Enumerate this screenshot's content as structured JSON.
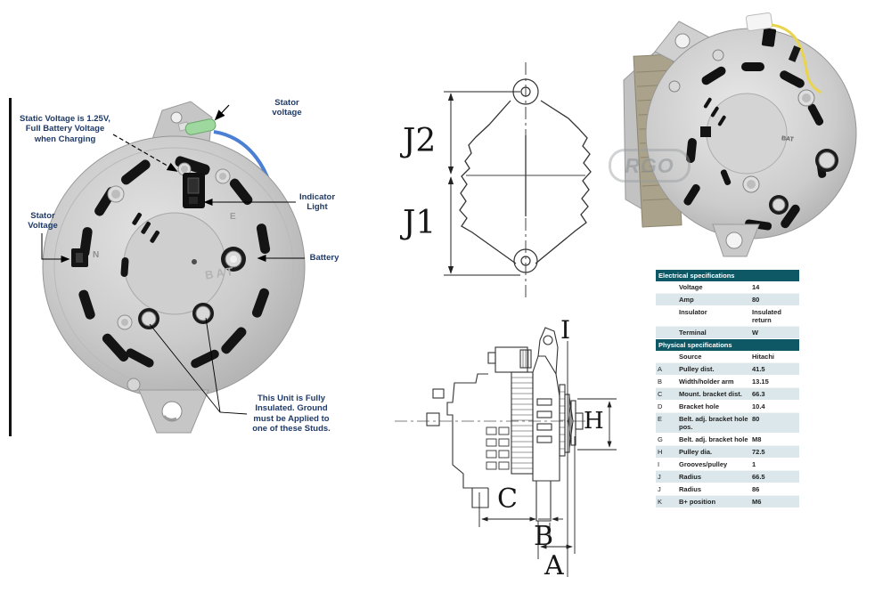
{
  "annotations": {
    "static_voltage_note": "Static Voltage is 1.25V, Full Battery Voltage when Charging",
    "stator_voltage_top": "Stator voltage",
    "stator_voltage_left": "Stator Voltage",
    "indicator_light": "Indicator Light",
    "battery": "Battery",
    "insulated_note": "This Unit is Fully Insulated.  Ground must be Applied to one of these Studs."
  },
  "photo_labels": {
    "bat_rear": "BAT",
    "n_terminal": "N",
    "e_terminal": "E",
    "bat_product": "BAT",
    "watermark": "RGO"
  },
  "drawing_labels": {
    "j2": "J2",
    "j1": "J1",
    "i": "I",
    "h": "H",
    "c": "C",
    "b": "B",
    "a": "A"
  },
  "spec_table": {
    "electrical_header": "Electrical specifications",
    "physical_header": "Physical specifications",
    "electrical_rows": [
      {
        "letter": "",
        "name": "Voltage",
        "value": "14"
      },
      {
        "letter": "",
        "name": "Amp",
        "value": "80"
      },
      {
        "letter": "",
        "name": "Insulator",
        "value": "Insulated return"
      },
      {
        "letter": "",
        "name": "Terminal",
        "value": "W"
      }
    ],
    "physical_rows": [
      {
        "letter": "",
        "name": "Source",
        "value": "Hitachi"
      },
      {
        "letter": "A",
        "name": "Pulley dist.",
        "value": "41.5"
      },
      {
        "letter": "B",
        "name": "Width/holder arm",
        "value": "13.15"
      },
      {
        "letter": "C",
        "name": "Mount. bracket dist.",
        "value": "66.3"
      },
      {
        "letter": "D",
        "name": "Bracket hole",
        "value": "10.4"
      },
      {
        "letter": "E",
        "name": "Belt. adj. bracket hole pos.",
        "value": "80"
      },
      {
        "letter": "G",
        "name": "Belt. adj. bracket hole",
        "value": "M8"
      },
      {
        "letter": "H",
        "name": "Pulley dia.",
        "value": "72.5"
      },
      {
        "letter": "I",
        "name": "Grooves/pulley",
        "value": "1"
      },
      {
        "letter": "J",
        "name": "Radius",
        "value": "66.5"
      },
      {
        "letter": "J",
        "name": "Radius",
        "value": "86"
      },
      {
        "letter": "K",
        "name": "B+ position",
        "value": "M6"
      }
    ]
  },
  "colors": {
    "table_header": "#0E5866",
    "table_shade": "#dbe7eb",
    "annotation_text": "#1F3A68",
    "wire_blue": "#4A7FD4",
    "wire_yellow": "#E8D44D",
    "connector_green": "#9FD89F"
  }
}
